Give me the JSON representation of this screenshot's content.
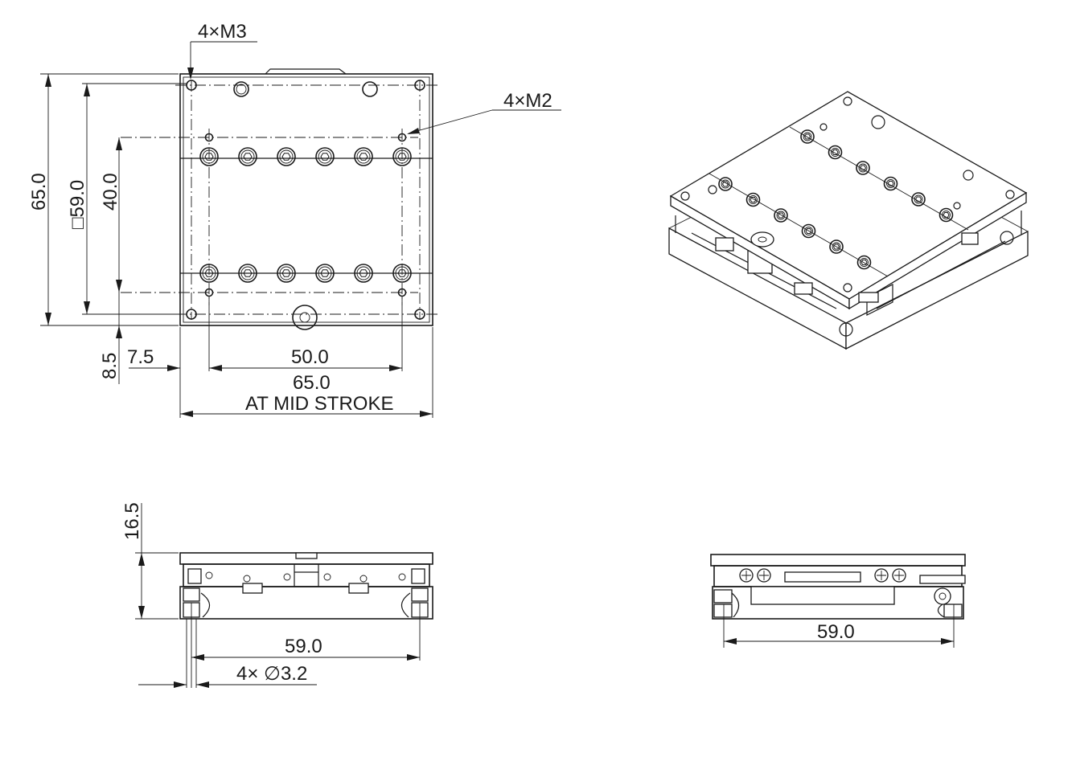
{
  "top_view": {
    "callout_m3": "4×M3",
    "callout_m2": "4×M2",
    "dim_overall_height": "65.0",
    "dim_square": "□59.0",
    "dim_hole_pitch_vertical": "40.0",
    "dim_offset_bottom": "8.5",
    "dim_offset_left": "7.5",
    "dim_hole_pitch_horizontal": "50.0",
    "dim_overall_width": "65.0",
    "note_mid_stroke": "AT MID STROKE"
  },
  "front_view": {
    "dim_height": "16.5",
    "dim_mount_pitch": "59.0",
    "callout_holes": "4× ∅3.2"
  },
  "side_view": {
    "dim_mount_pitch": "59.0"
  }
}
